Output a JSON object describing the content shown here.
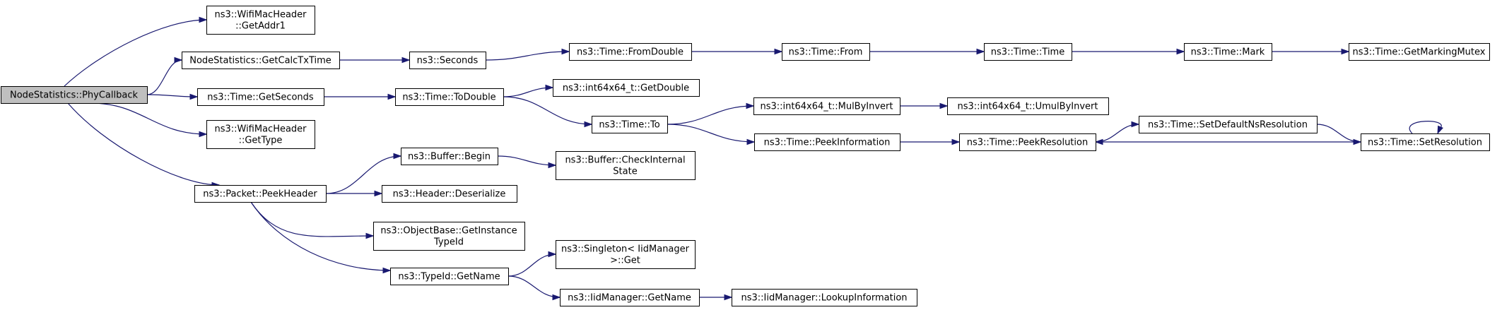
{
  "graph": {
    "edge_color": "#191970",
    "root_fill": "#bfbfbf",
    "nodes": [
      {
        "id": "root",
        "lines": [
          "NodeStatistics::PhyCallback"
        ],
        "root": true
      },
      {
        "id": "addr1",
        "lines": [
          "ns3::WifiMacHeader",
          "::GetAddr1"
        ]
      },
      {
        "id": "calctx",
        "lines": [
          "NodeStatistics::GetCalcTxTime"
        ]
      },
      {
        "id": "getsec",
        "lines": [
          "ns3::Time::GetSeconds"
        ]
      },
      {
        "id": "gettype",
        "lines": [
          "ns3::WifiMacHeader",
          "::GetType"
        ]
      },
      {
        "id": "peekhdr",
        "lines": [
          "ns3::Packet::PeekHeader"
        ]
      },
      {
        "id": "seconds",
        "lines": [
          "ns3::Seconds"
        ]
      },
      {
        "id": "todouble",
        "lines": [
          "ns3::Time::ToDouble"
        ]
      },
      {
        "id": "bufbegin",
        "lines": [
          "ns3::Buffer::Begin"
        ]
      },
      {
        "id": "hdrdeser",
        "lines": [
          "ns3::Header::Deserialize"
        ]
      },
      {
        "id": "objinst",
        "lines": [
          "ns3::ObjectBase::GetInstance",
          "TypeId"
        ]
      },
      {
        "id": "typeidname",
        "lines": [
          "ns3::TypeId::GetName"
        ]
      },
      {
        "id": "fromdouble",
        "lines": [
          "ns3::Time::FromDouble"
        ]
      },
      {
        "id": "int64getdouble",
        "lines": [
          "ns3::int64x64_t::GetDouble"
        ]
      },
      {
        "id": "timeto",
        "lines": [
          "ns3::Time::To"
        ]
      },
      {
        "id": "bufcheck",
        "lines": [
          "ns3::Buffer::CheckInternal",
          "State"
        ]
      },
      {
        "id": "singletonget",
        "lines": [
          "ns3::Singleton< IidManager",
          " >::Get"
        ]
      },
      {
        "id": "iidgetname",
        "lines": [
          "ns3::IidManager::GetName"
        ]
      },
      {
        "id": "timefrom",
        "lines": [
          "ns3::Time::From"
        ]
      },
      {
        "id": "mulbyinvert",
        "lines": [
          "ns3::int64x64_t::MulByInvert"
        ]
      },
      {
        "id": "peekinfo",
        "lines": [
          "ns3::Time::PeekInformation"
        ]
      },
      {
        "id": "lookupinfo",
        "lines": [
          "ns3::IidManager::LookupInformation"
        ]
      },
      {
        "id": "timetime",
        "lines": [
          "ns3::Time::Time"
        ]
      },
      {
        "id": "umulbyinvert",
        "lines": [
          "ns3::int64x64_t::UmulByInvert"
        ]
      },
      {
        "id": "peekres",
        "lines": [
          "ns3::Time::PeekResolution"
        ]
      },
      {
        "id": "timemark",
        "lines": [
          "ns3::Time::Mark"
        ]
      },
      {
        "id": "setdefaultns",
        "lines": [
          "ns3::Time::SetDefaultNsResolution"
        ]
      },
      {
        "id": "getmarkingmutex",
        "lines": [
          "ns3::Time::GetMarkingMutex"
        ]
      },
      {
        "id": "setres",
        "lines": [
          "ns3::Time::SetResolution"
        ]
      }
    ],
    "edges": [
      [
        "root",
        "addr1"
      ],
      [
        "root",
        "calctx"
      ],
      [
        "root",
        "getsec"
      ],
      [
        "root",
        "gettype"
      ],
      [
        "root",
        "peekhdr"
      ],
      [
        "calctx",
        "seconds"
      ],
      [
        "getsec",
        "todouble"
      ],
      [
        "peekhdr",
        "bufbegin"
      ],
      [
        "peekhdr",
        "hdrdeser"
      ],
      [
        "peekhdr",
        "objinst"
      ],
      [
        "peekhdr",
        "typeidname"
      ],
      [
        "seconds",
        "fromdouble"
      ],
      [
        "todouble",
        "int64getdouble"
      ],
      [
        "todouble",
        "timeto"
      ],
      [
        "bufbegin",
        "bufcheck"
      ],
      [
        "typeidname",
        "singletonget"
      ],
      [
        "typeidname",
        "iidgetname"
      ],
      [
        "fromdouble",
        "timefrom"
      ],
      [
        "timeto",
        "mulbyinvert"
      ],
      [
        "timeto",
        "peekinfo"
      ],
      [
        "iidgetname",
        "lookupinfo"
      ],
      [
        "timefrom",
        "timetime"
      ],
      [
        "mulbyinvert",
        "umulbyinvert"
      ],
      [
        "peekinfo",
        "peekres"
      ],
      [
        "timetime",
        "timemark"
      ],
      [
        "peekres",
        "setdefaultns"
      ],
      [
        "timemark",
        "getmarkingmutex"
      ],
      [
        "setdefaultns",
        "setres"
      ],
      [
        "setres",
        "peekres"
      ],
      [
        "setres",
        "setres"
      ]
    ]
  }
}
